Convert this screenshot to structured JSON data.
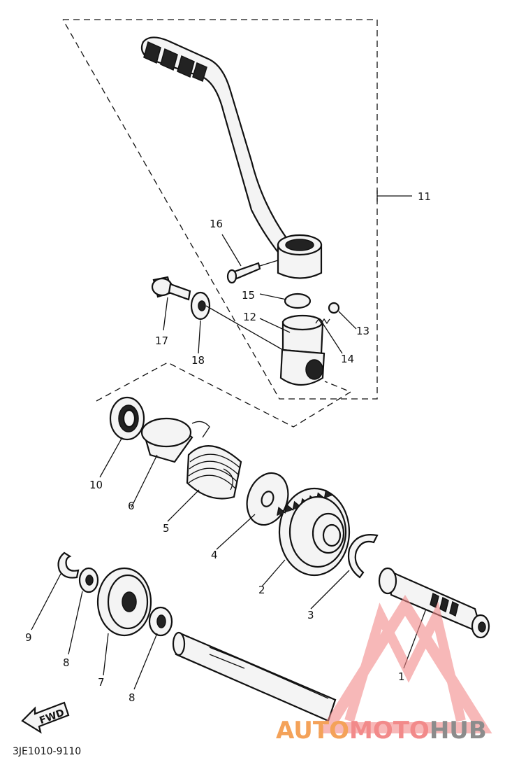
{
  "diagram": {
    "code": "3JE1010-9110",
    "fwd_label": "FWD",
    "callouts": {
      "c1": "1",
      "c2": "2",
      "c3": "3",
      "c4": "4",
      "c5": "5",
      "c6": "6",
      "c7": "7",
      "c8a": "8",
      "c8b": "8",
      "c9": "9",
      "c10": "10",
      "c11": "11",
      "c12": "12",
      "c13": "13",
      "c14": "14",
      "c15": "15",
      "c16": "16",
      "c17": "17",
      "c18": "18"
    }
  },
  "watermark": {
    "part1": "AUTO",
    "part2": "MOTO",
    "part3": "HUB",
    "colors": {
      "auto": "#f4a259",
      "moto": "#f28a8a",
      "hub": "#8c8c8c",
      "logo": "#f28a8a"
    }
  }
}
